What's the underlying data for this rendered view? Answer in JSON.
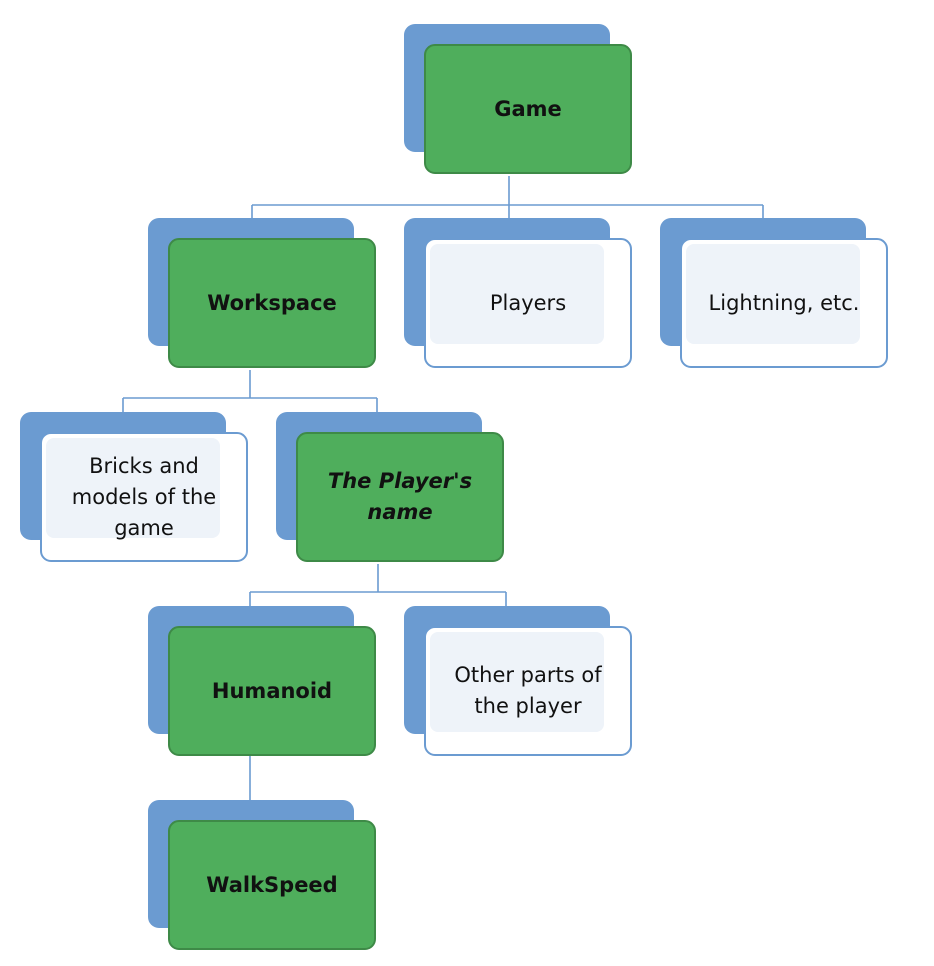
{
  "nodes": {
    "game": "Game",
    "workspace": "Workspace",
    "players": "Players",
    "lightning": "Lightning, etc.",
    "bricks": "Bricks and models of the game",
    "players_name": "The Player's name",
    "humanoid": "Humanoid",
    "other_parts": "Other parts of the player",
    "walkspeed": "WalkSpeed"
  },
  "colors": {
    "primary_fill": "#4fae5c",
    "shadow_fill": "#6b9bd1",
    "secondary_fill": "#ffffff",
    "connector": "#6b9bd1"
  }
}
